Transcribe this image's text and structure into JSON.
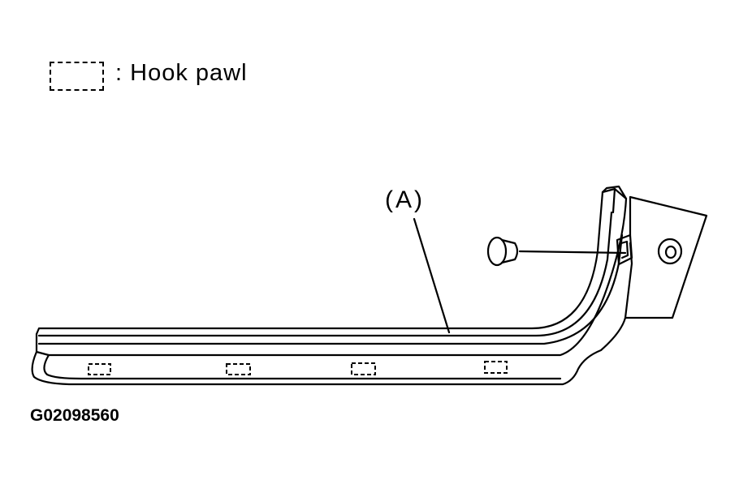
{
  "legend": {
    "separator": ":",
    "label": "Hook pawl"
  },
  "callouts": {
    "part_a": "(A)"
  },
  "figure_id": "G02098560"
}
